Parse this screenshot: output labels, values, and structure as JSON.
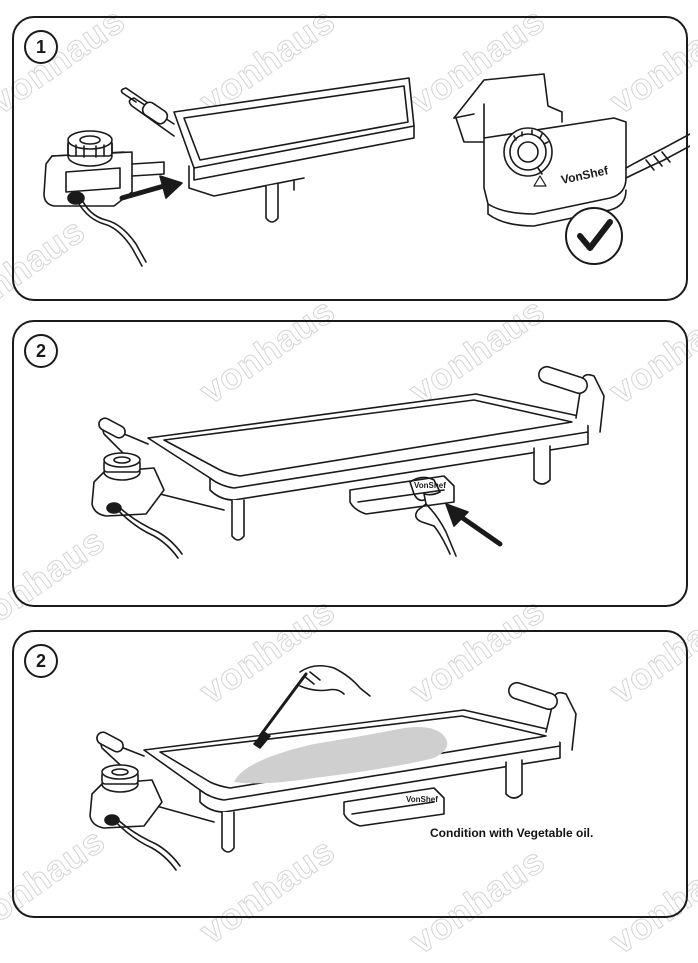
{
  "watermark": {
    "text": "vonhaus"
  },
  "steps": [
    {
      "number": "1",
      "brand_label": "VonShef"
    },
    {
      "number": "2",
      "brand_label": "VonShef"
    },
    {
      "number": "2",
      "brand_label": "VonShef",
      "caption": "Condition with Vegetable oil."
    }
  ],
  "icons": {
    "panel1": [
      "power-plug-icon",
      "arrow-icon",
      "checkmark-icon"
    ],
    "panel2": [
      "hand-icon",
      "arrow-icon"
    ],
    "panel3": [
      "hand-brush-icon"
    ]
  }
}
